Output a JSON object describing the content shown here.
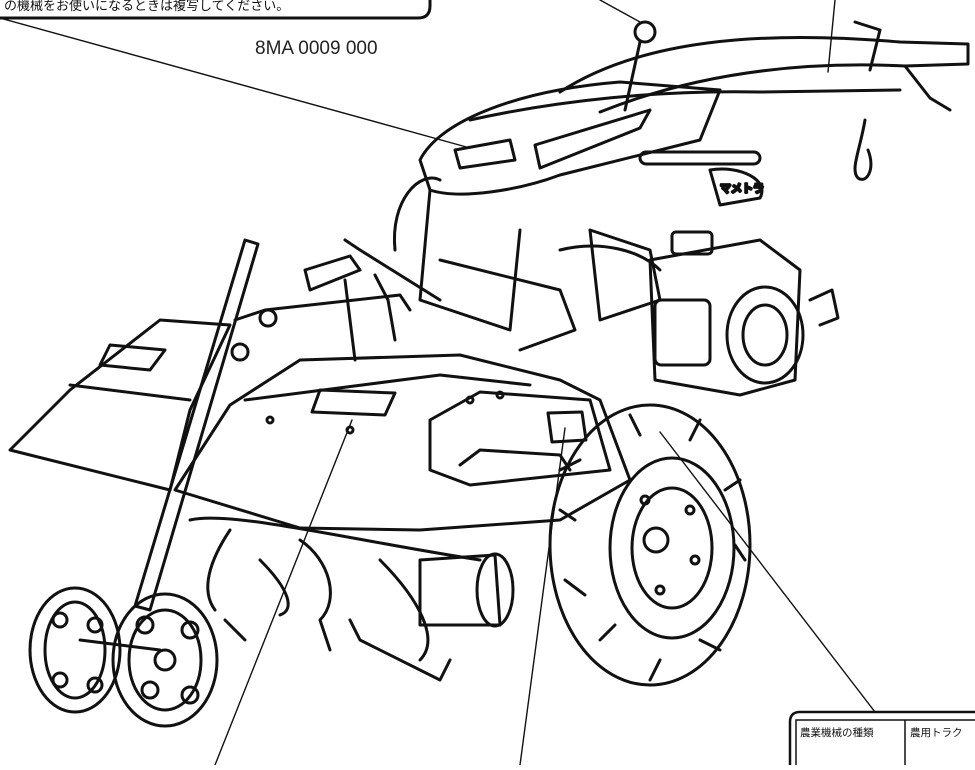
{
  "warning_label": {
    "text": "の機械をお使いになるときは複写してください。"
  },
  "part_number": "8MA 0009 000",
  "brand_badge": "マメトラ",
  "bottom_label": {
    "field_name": "農業機械の種類",
    "field_value": "農用トラク"
  }
}
